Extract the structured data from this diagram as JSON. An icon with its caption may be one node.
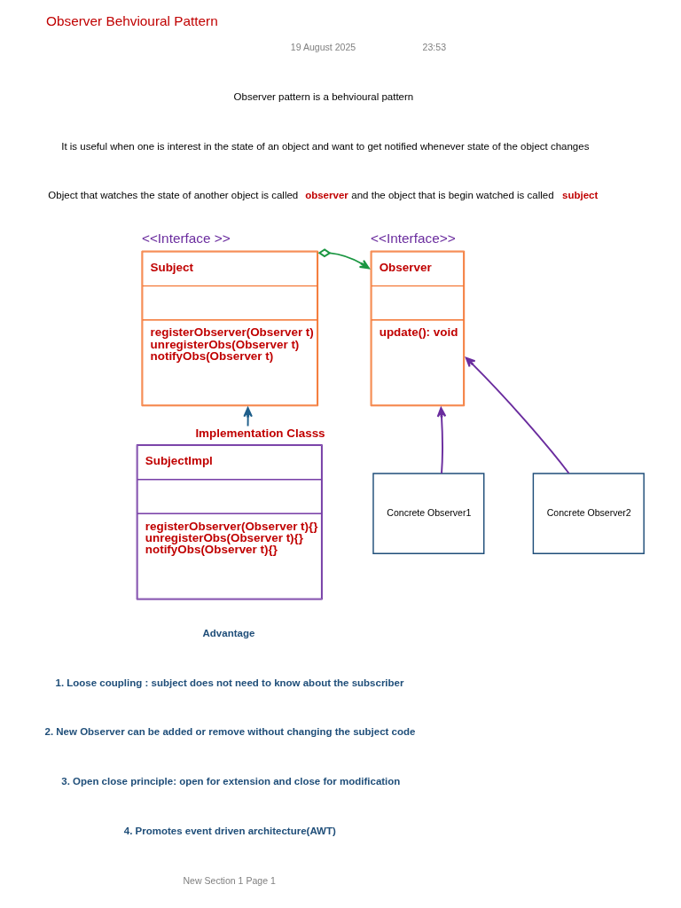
{
  "diagram": {
    "title": "Observer Behvioural Pattern",
    "nodes": [
      {
        "text": [
          "<<Interface >>",
          "Subject",
          "registerObserver(Observer t)",
          "unregisterObs(Observer t)",
          "notifyObs(Observer t)"
        ]
      },
      {
        "text": [
          "<<Interface>>",
          "Observer",
          "update(): void"
        ]
      },
      {
        "text": [
          "SubjectImpl",
          "registerObserver(Observer t){}",
          "unregisterObs(Observer t){}",
          "notifyObs(Observer t){}"
        ],
        "beside": [
          "Implementation Classs"
        ]
      },
      {
        "text": [
          "Concrete Observer1"
        ]
      },
      {
        "text": [
          "Concrete Observer2"
        ]
      }
    ],
    "edges": [
      {
        "from": 0,
        "to": 1,
        "arrow": "to",
        "color": "#1a9641"
      },
      {
        "from": 2,
        "to": 0,
        "arrow": "to",
        "color": "#1f5f8b"
      },
      {
        "from": 3,
        "to": 1,
        "arrow": "to",
        "color": "#6a2c9e"
      },
      {
        "from": 4,
        "to": 1,
        "arrow": "to",
        "color": "#6a2c9e"
      }
    ],
    "labels": [
      "19 August 2025",
      "23:53",
      "Observer pattern is a behvioural pattern",
      "It is useful when one is interest in the state of an object and want to get notified whenever state of the object changes",
      "Object that watches the state of another object is called **observer** and the object that is begin watched is called **subject**",
      "Advantage",
      "1. Loose coupling : subject does not need to know about the subscriber",
      "2. New Observer can be added or remove without changing the subject code",
      "3. Open close principle: open for extension and close for modification",
      "4. Promotes event driven architecture(AWT)",
      "New Section 1 Page 1"
    ]
  }
}
